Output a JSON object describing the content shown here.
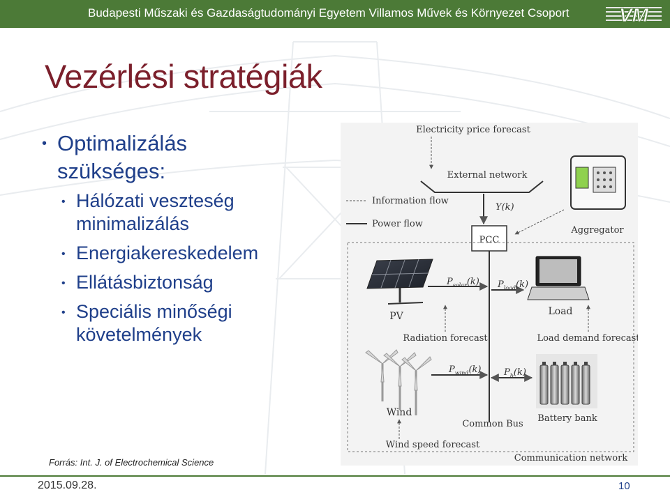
{
  "header": {
    "title": "Budapesti Műszaki és Gazdaságtudományi Egyetem Villamos Művek és Környezet Csoport",
    "logo_text": "VM"
  },
  "slide": {
    "title": "Vezérlési stratégiák",
    "bullets": [
      {
        "text_line1": "Optimalizálás",
        "text_line2": "szükséges:",
        "sub": [
          {
            "line1": "Hálózati veszteség",
            "line2": "minimalizálás"
          },
          {
            "line1": "Energiakereskedelem",
            "line2": ""
          },
          {
            "line1": "Ellátásbiztonság",
            "line2": ""
          },
          {
            "line1": "Speciális minőségi",
            "line2": "követelmények"
          }
        ]
      }
    ],
    "source": "Forrás: Int. J. of Electrochemical Science"
  },
  "diagram": {
    "electricity_price_forecast": "Electricity price forecast",
    "external_network": "External network",
    "information_flow": "Information flow",
    "power_flow": "Power flow",
    "y_k": "Y(k)",
    "pcc": "PCC",
    "aggregator": "Aggregator",
    "p_solar_base": "P",
    "p_solar_sub": "solar",
    "p_load_base": "P",
    "p_load_sub": "load",
    "k_arg": "(k)",
    "pv": "PV",
    "load": "Load",
    "radiation_forecast": "Radiation forecast",
    "load_demand_forecast": "Load demand forecast",
    "p_wind_base": "P",
    "p_wind_sub": "wind",
    "p_b_base": "P",
    "p_b_sub": "b",
    "wind": "Wind",
    "common_bus": "Common Bus",
    "battery_bank": "Battery bank",
    "wind_speed_forecast": "Wind speed forecast",
    "communication_network": "Communication network"
  },
  "footer": {
    "date": "2015.09.28.",
    "page": "10"
  },
  "colors": {
    "header_green": "#4c7a37",
    "title_red": "#7b1f2b",
    "bullet_blue": "#1f3f8a"
  }
}
